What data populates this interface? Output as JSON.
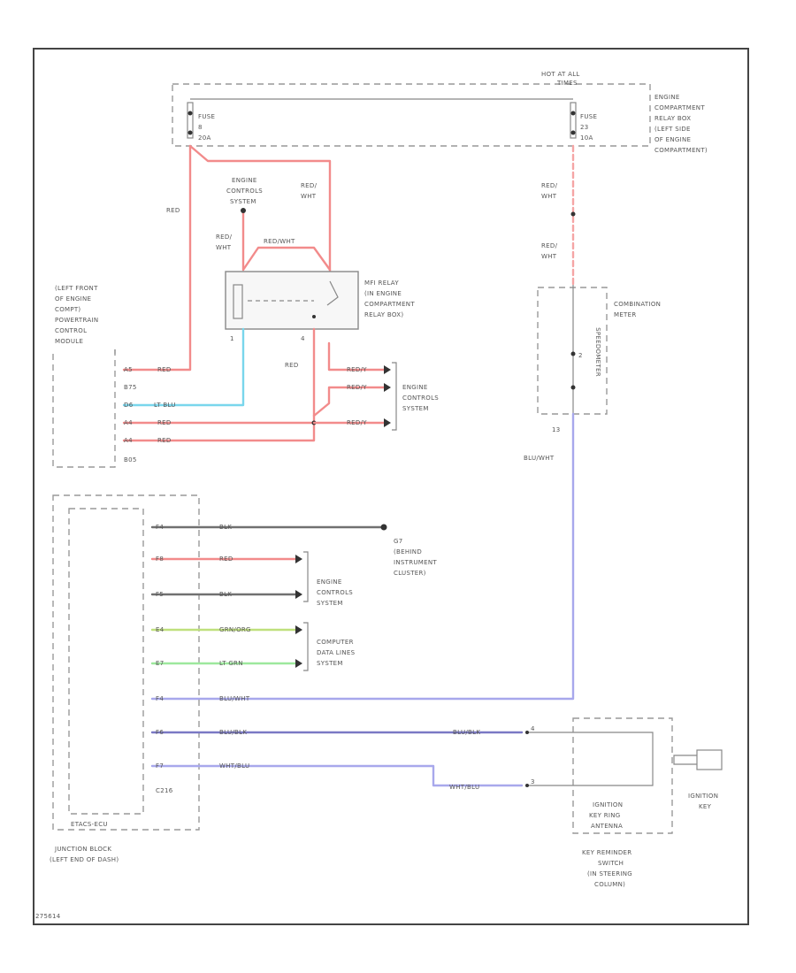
{
  "colors": {
    "red": "#f28b8b",
    "red_dash": "#f5a5a5",
    "lt_blu": "#79d6ec",
    "blk": "#707070",
    "grn_org": "#bfe07c",
    "lt_grn": "#9de89d",
    "blu_wht": "#a8a8ec",
    "blu_blk": "#7a78c4",
    "wht_blu": "#a8a8ec",
    "frame": "#444444"
  },
  "labels": {
    "hot_at_all": "HOT AT ALL",
    "times": "TIMES",
    "relay_box_line1": "ENGINE",
    "relay_box_line2": "COMPARTMENT",
    "relay_box_line3": "RELAY BOX",
    "relay_box_line4": "(LEFT SIDE",
    "relay_box_line5": "OF ENGINE",
    "relay_box_line6": "COMPARTMENT)",
    "fuse_l": "FUSE",
    "fuse_l_num": "8",
    "fuse_l_amp": "20A",
    "fuse_r": "FUSE",
    "fuse_r_num": "23",
    "fuse_r_amp": "10A",
    "ecs_top_1": "ENGINE",
    "ecs_top_2": "CONTROLS",
    "ecs_top_3": "SYSTEM",
    "red_wht_a1": "RED/",
    "red_wht_a2": "WHT",
    "red_wht_b1": "RED/",
    "red_wht_b2": "WHT",
    "red_wht_c1": "RED/",
    "red_wht_c2": "WHT",
    "red_wht_d1": "RED/",
    "red_wht_d2": "WHT",
    "red_left": "RED",
    "red_blk_top": "RED/WHT",
    "mfi_1": "MFI RELAY",
    "mfi_2": "(IN ENGINE",
    "mfi_3": "COMPARTMENT",
    "mfi_4": "RELAY BOX)",
    "pin_1": "1",
    "pin_4": "4",
    "red_mid": "RED",
    "pcm_1": "(LEFT FRONT",
    "pcm_2": "OF ENGINE",
    "pcm_3": "COMPT)",
    "pcm_4": "POWERTRAIN",
    "pcm_5": "CONTROL",
    "pcm_6": "MODULE",
    "pcm_pin_a": "A5",
    "pcm_pin_b": "B75",
    "pcm_pin_c": "D6",
    "pcm_pin_d": "A4",
    "pcm_pin_e": "A4",
    "pcm_conn": "B05",
    "w_red_1": "RED",
    "w_ltblu": "LT BLU",
    "w_red_2": "RED",
    "w_red_3": "RED",
    "w_red_e1": "RED/Y",
    "w_red_e2": "RED/Y",
    "w_red_e3": "RED/Y",
    "ecs_mid_1": "ENGINE",
    "ecs_mid_2": "CONTROLS",
    "ecs_mid_3": "SYSTEM",
    "comb_1": "COMBINATION",
    "comb_2": "METER",
    "comb_pin_a": "2",
    "comb_pin_b": "13",
    "comb_vert": "SPEEDOMETER",
    "blu_wht_vert": "BLU/WHT",
    "jb_pin_1": "F4",
    "jb_pin_2": "F8",
    "jb_pin_3": "F5",
    "jb_pin_4": "E4",
    "jb_pin_5": "E7",
    "jb_pin_6": "F4",
    "jb_pin_7": "F6",
    "jb_pin_8": "F7",
    "jb_w_1": "BLK",
    "jb_w_2": "RED",
    "jb_w_3": "BLK",
    "jb_w_4": "GRN/ORG",
    "jb_w_5": "LT GRN",
    "jb_w_6": "BLU/WHT",
    "jb_w_7": "BLU/BLK",
    "jb_w_8": "WHT/BLU",
    "g_1": "G7",
    "g_2": "(BEHIND",
    "g_3": "INSTRUMENT",
    "g_4": "CLUSTER)",
    "ecs_low_1": "ENGINE",
    "ecs_low_2": "CONTROLS",
    "ecs_low_3": "SYSTEM",
    "cdl_1": "COMPUTER",
    "cdl_2": "DATA LINES",
    "cdl_3": "SYSTEM",
    "jb_conn": "C216",
    "etacs": "ETACS-ECU",
    "jb_1": "JUNCTION BLOCK",
    "jb_2": "(LEFT END OF DASH)",
    "kr_w_1": "BLU/BLK",
    "kr_w_2": "WHT/BLU",
    "kr_pin_1": "4",
    "kr_pin_2": "3",
    "ign_ring_1": "IGNITION",
    "ign_ring_2": "KEY RING",
    "ign_ring_3": "ANTENNA",
    "ign_key_1": "IGNITION",
    "ign_key_2": "KEY",
    "krs_1": "KEY REMINDER",
    "krs_2": "SWITCH",
    "krs_3": "(IN STEERING",
    "krs_4": "COLUMN)",
    "ref": "275614"
  }
}
